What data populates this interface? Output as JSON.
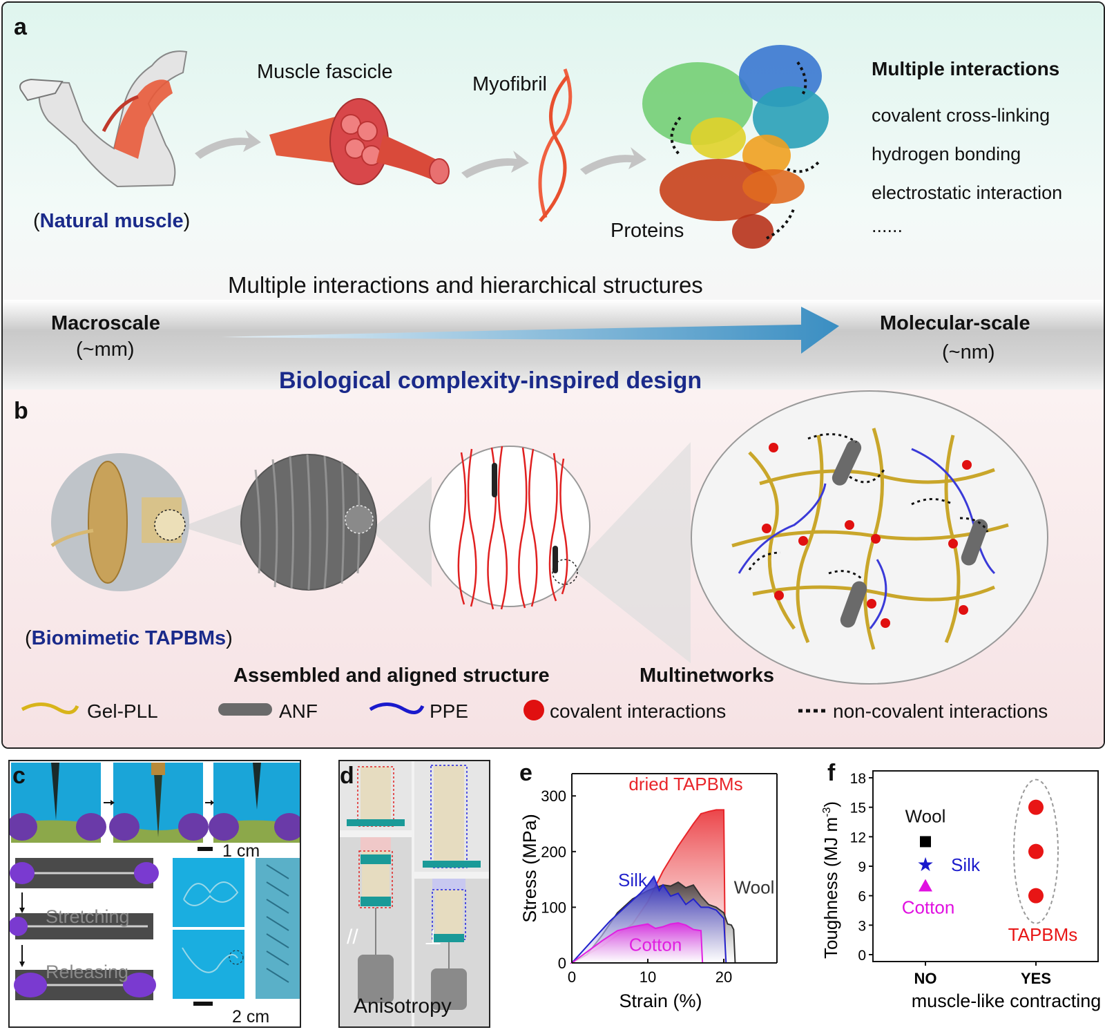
{
  "panel_a": {
    "letter": "a",
    "labels": {
      "muscle_fascicle": "Muscle fascicle",
      "myofibril": "Myofibril",
      "proteins": "Proteins",
      "natural_open": "(",
      "natural_muscle": "Natural muscle",
      "natural_close": ")"
    },
    "interactions": {
      "title": "Multiple interactions",
      "items": [
        "covalent cross-linking",
        "hydrogen bonding",
        "electrostatic interaction",
        "......"
      ]
    },
    "band": {
      "heading": "Multiple interactions and hierarchical structures",
      "macro": "Macroscale",
      "macro_unit": "(~mm)",
      "molecular": "Molecular-scale",
      "molecular_unit": "(~nm)",
      "design": "Biological complexity-inspired design"
    }
  },
  "panel_b": {
    "letter": "b",
    "biomimetic_open": "(",
    "biomimetic": "Biomimetic TAPBMs",
    "biomimetic_close": ")",
    "assembled": "Assembled and aligned structure",
    "multinetworks": "Multinetworks",
    "legend": [
      {
        "label": "Gel-PLL",
        "icon": "yellow-wave-icon"
      },
      {
        "label": "ANF",
        "icon": "gray-rod-icon"
      },
      {
        "label": "PPE",
        "icon": "blue-wave-icon"
      },
      {
        "label": "covalent  interactions",
        "icon": "red-sphere-icon"
      },
      {
        "label": "non-covalent  interactions",
        "icon": "dotted-line-icon"
      }
    ],
    "colors": {
      "gel_pll": "#c9a62a",
      "anf": "#707070",
      "ppe": "#2a2acc",
      "covalent": "#e01010"
    }
  },
  "panel_c": {
    "letter": "c",
    "scale1": "1 cm",
    "scale2": "2 cm",
    "stretching": "Stretching",
    "releasing": "Releasing"
  },
  "panel_d": {
    "letter": "d",
    "parallel": "//",
    "perpendicular": "⊥",
    "anisotropy": "Anisotropy"
  },
  "panel_e": {
    "letter": "e",
    "chart_data": {
      "type": "area",
      "xlabel": "Strain (%)",
      "ylabel": "Stress (MPa)",
      "xlim": [
        0,
        27
      ],
      "ylim": [
        0,
        340
      ],
      "xticks": [
        0,
        10,
        20
      ],
      "yticks": [
        0,
        100,
        200,
        300
      ],
      "series": [
        {
          "name": "dried TAPBMs",
          "color": "#e8252a",
          "x": [
            0,
            4,
            8,
            10,
            12,
            14,
            16,
            17,
            18,
            19,
            20,
            20.2
          ],
          "y": [
            0,
            30,
            70,
            110,
            165,
            210,
            250,
            268,
            272,
            275,
            275,
            0
          ]
        },
        {
          "name": "Silk",
          "color": "#2222cc",
          "x": [
            0,
            1,
            3,
            5,
            7,
            9,
            10,
            10.8,
            11.5,
            12,
            13,
            14,
            15,
            16,
            17,
            18,
            19,
            20,
            20.3
          ],
          "y": [
            0,
            15,
            45,
            75,
            100,
            125,
            140,
            155,
            130,
            140,
            120,
            125,
            105,
            115,
            100,
            100,
            95,
            80,
            0
          ]
        },
        {
          "name": "Wool",
          "color": "#333333",
          "x": [
            0,
            2,
            4,
            6,
            8,
            10,
            12,
            13,
            14,
            15,
            16,
            17,
            18,
            19,
            20,
            20.5,
            21,
            21.3,
            21.5
          ],
          "y": [
            0,
            15,
            50,
            90,
            115,
            130,
            140,
            138,
            145,
            135,
            140,
            120,
            105,
            100,
            90,
            70,
            68,
            60,
            0
          ]
        },
        {
          "name": "Cotton",
          "color": "#e020e0",
          "x": [
            0,
            2,
            4,
            6,
            8,
            10,
            11,
            12,
            13,
            14,
            15,
            16,
            17,
            17.2
          ],
          "y": [
            0,
            20,
            40,
            58,
            65,
            70,
            62,
            65,
            70,
            72,
            68,
            60,
            58,
            0
          ]
        }
      ]
    }
  },
  "panel_f": {
    "letter": "f",
    "chart_data": {
      "type": "scatter",
      "xlabel": "muscle-like contracting",
      "ylabel": "Toughness (MJ m",
      "ylabel_sup": "-3",
      "ylabel_close": ")",
      "categories": [
        "NO",
        "YES"
      ],
      "ylim": [
        0,
        18
      ],
      "yticks": [
        0,
        3,
        6,
        9,
        12,
        15,
        18
      ],
      "series": [
        {
          "name": "Wool",
          "category": "NO",
          "y": 11.5,
          "marker": "square",
          "color": "#000000"
        },
        {
          "name": "Silk",
          "category": "NO",
          "y": 9.2,
          "marker": "star",
          "color": "#1a1acc"
        },
        {
          "name": "Cotton",
          "category": "NO",
          "y": 7.0,
          "marker": "triangle",
          "color": "#e010e0"
        },
        {
          "name": "TAPBMs",
          "category": "YES",
          "values": [
            15,
            10.5,
            6
          ],
          "marker": "circle",
          "color": "#e81515"
        }
      ]
    }
  }
}
